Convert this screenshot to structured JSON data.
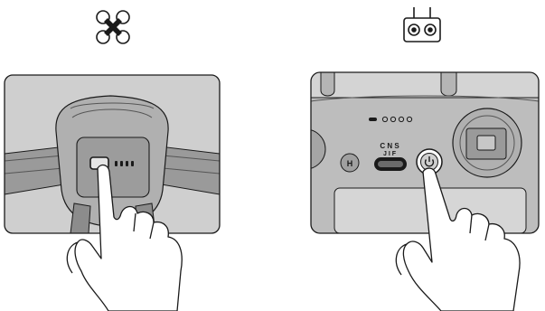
{
  "panels": [
    {
      "id": "aircraft",
      "icon": "drone-icon",
      "indicator_leds": 4,
      "control": "power-button"
    },
    {
      "id": "remote-controller",
      "icon": "remote-controller-icon",
      "indicator_leds": 5,
      "control": "power-button"
    }
  ],
  "remote_controller": {
    "switch_label_top": "C N S",
    "switch_label_bottom": "J I F"
  },
  "colors": {
    "line": "#1a1a1a",
    "panel_bg": "#c9c9c9",
    "device_gray": "#a8a8a8",
    "device_dark": "#8c8c8c",
    "hand": "#ffffff"
  }
}
